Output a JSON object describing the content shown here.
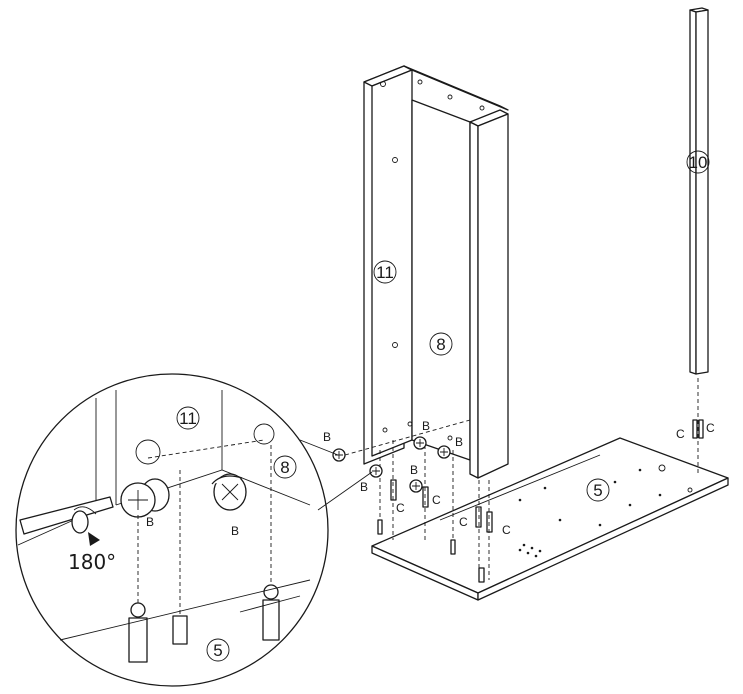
{
  "part_numbers": {
    "side_panel": "11",
    "back_panel": "8",
    "base_panel": "5",
    "post": "10"
  },
  "fittings": {
    "cam_lock": "B",
    "dowel": "C"
  },
  "rotation": "180°"
}
